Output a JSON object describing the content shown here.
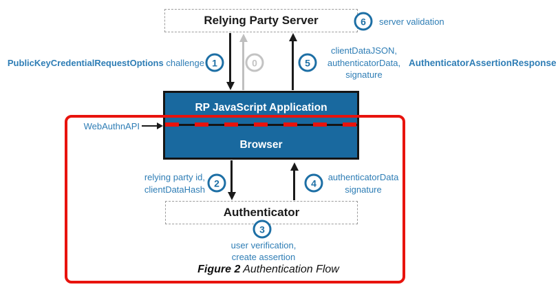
{
  "colors": {
    "blue_fill": "#19699f",
    "blue_text": "#2e7db5",
    "circle_blue": "#1d6fa5",
    "inactive_gray": "#bfbfbf",
    "red": "#e8130d",
    "black": "#1a1a1a"
  },
  "nodes": {
    "server": "Relying Party Server",
    "app": "RP JavaScript Application",
    "browser": "Browser",
    "authenticator": "Authenticator"
  },
  "steps": {
    "step0": "0",
    "step1": "1",
    "step2": "2",
    "step3": "3",
    "step4": "4",
    "step5": "5",
    "step6": "6"
  },
  "annotations": {
    "request_options": "PublicKeyCredentialRequestOptions",
    "challenge": "challenge",
    "client_data_json": "clientDataJSON,",
    "authenticator_data": "authenticatorData,",
    "signature": "signature",
    "assertion_response": "AuthenticatorAssertionResponse",
    "server_validation": "server validation",
    "webauthn_api": "WebAuthnAPI",
    "relying_party_id": "relying party id,",
    "client_data_hash": "clientDataHash",
    "authenticator_data_2": "authenticatorData",
    "signature_2": "signature",
    "user_verification": "user verification,",
    "create_assertion": "create assertion"
  },
  "caption": {
    "figure": "Figure 2",
    "title": "Authentication Flow"
  }
}
